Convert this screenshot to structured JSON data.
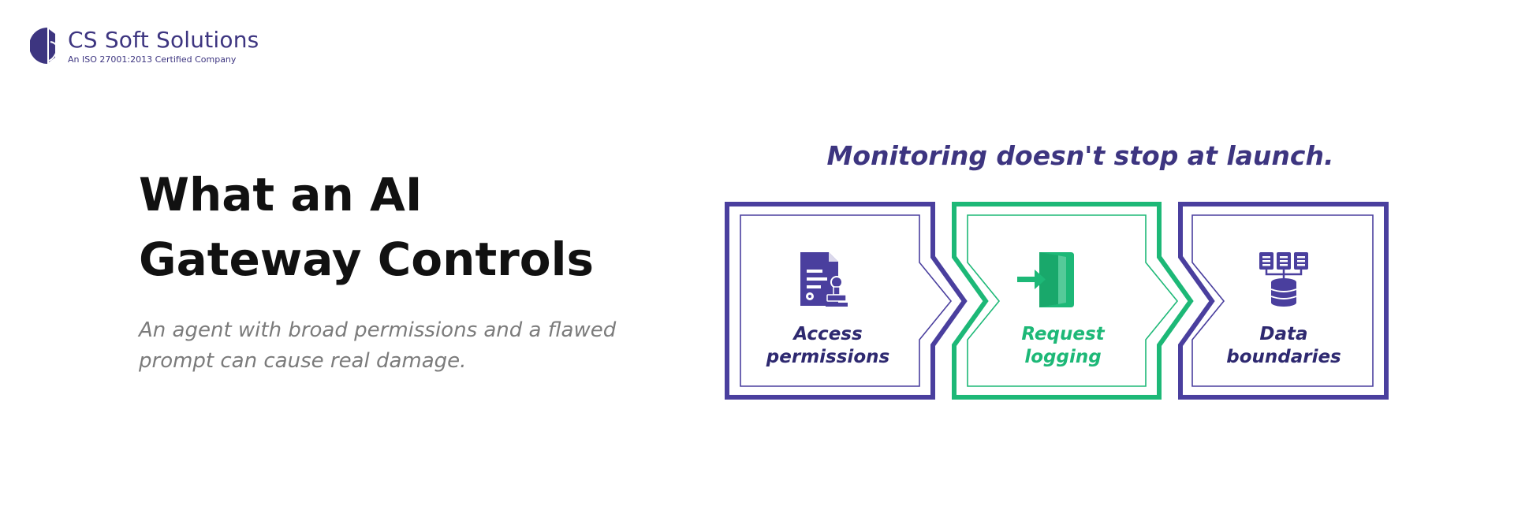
{
  "brand": {
    "name": "CS Soft Solutions",
    "tagline": "An ISO 27001:2013 Certified Company"
  },
  "hero": {
    "headline_line1": "What an AI",
    "headline_line2": "Gateway Controls",
    "subtext_line1": "An agent with broad permissions and a flawed",
    "subtext_line2": "prompt can cause real damage."
  },
  "diagram": {
    "title": "Monitoring doesn't stop at launch.",
    "steps": [
      {
        "line1": "Access",
        "line2": "permissions",
        "icon": "access-document-stamp-icon",
        "color": "#4a3f9e"
      },
      {
        "line1": "Request",
        "line2": "logging",
        "icon": "login-door-arrow-icon",
        "color": "#1db877"
      },
      {
        "line1": "Data",
        "line2": "boundaries",
        "icon": "database-network-icon",
        "color": "#4a3f9e"
      }
    ]
  },
  "colors": {
    "brand_purple": "#4a3f9e",
    "brand_green": "#1db877",
    "headline": "#111111",
    "subtext": "#7b7b7b"
  }
}
